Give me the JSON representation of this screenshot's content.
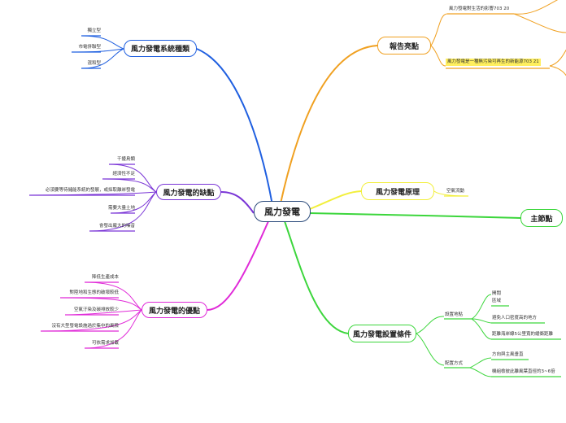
{
  "root": {
    "label": "風力發電"
  },
  "colors": {
    "blue": "#1f5fe0",
    "purple": "#7a35d6",
    "magenta": "#e02ad8",
    "orange": "#f0a020",
    "yellow": "#f2ef3c",
    "green": "#3cd63c",
    "green_dark": "#2e9a2e",
    "highlight": "#ffef5e"
  },
  "branches": {
    "types": {
      "label": "風力發電系統種類",
      "children": [
        "獨立型",
        "市電併聯型",
        "混和型"
      ]
    },
    "cons": {
      "label": "風力發電的缺點",
      "children": [
        "干擾鳥類",
        "經濟性不足",
        "必須要等待儲能系統的發展，或採取離岸發電",
        "需要大量土地",
        "會發出龐大的噪音"
      ]
    },
    "pros": {
      "label": "風力發電的優點",
      "children": [
        "降低生產成本",
        "對陸地和生態的破壞較低",
        "空氣汙染及碳排放較少",
        "沒有大型發電設施過於集中的風險",
        "可依需求加載"
      ]
    },
    "report": {
      "label": "報告亮點",
      "children": [
        "風力發電對生活的影響703 20",
        "風力發電是一種無污染可再生的新能源703 21"
      ]
    },
    "principle": {
      "label": "風力發電原理",
      "children": [
        "空氣流動"
      ]
    },
    "main": {
      "label": "主節點"
    },
    "conditions": {
      "label": "風力發電設置條件",
      "site": {
        "label": "設置地點",
        "children": [
          "開闊",
          "區域",
          "避免人口密度高的地方",
          "距離海岸線5公里寬的緩衝距離"
        ]
      },
      "config": {
        "label": "配置方式",
        "children": [
          "方向與主風垂直",
          "機組檢彼此離風葉直徑的3~6倍"
        ]
      }
    }
  }
}
